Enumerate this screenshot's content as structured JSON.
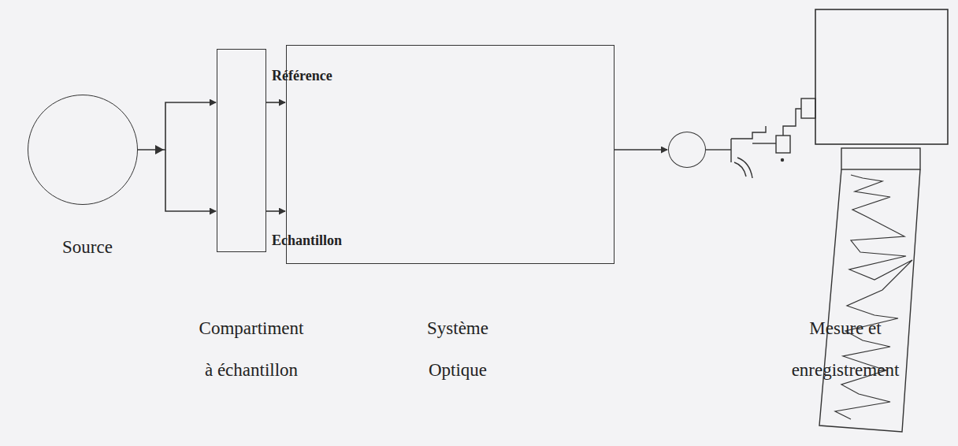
{
  "diagram": {
    "nodes": [
      {
        "text": [
          "Source"
        ]
      },
      {
        "text": [
          "Compartiment à échantillon"
        ]
      },
      {
        "text": [
          "Système Optique"
        ]
      },
      {
        "text": [
          "Mesure et enregistrement"
        ]
      }
    ],
    "edges": [
      {
        "from": 0,
        "to": 1,
        "arrow": "to"
      },
      {
        "from": 1,
        "to": 2,
        "label": "Référence",
        "arrow": "to"
      },
      {
        "from": 1,
        "to": 2,
        "label": "Echantillon",
        "arrow": "to"
      },
      {
        "from": 2,
        "to": 3,
        "arrow": "to"
      }
    ]
  }
}
